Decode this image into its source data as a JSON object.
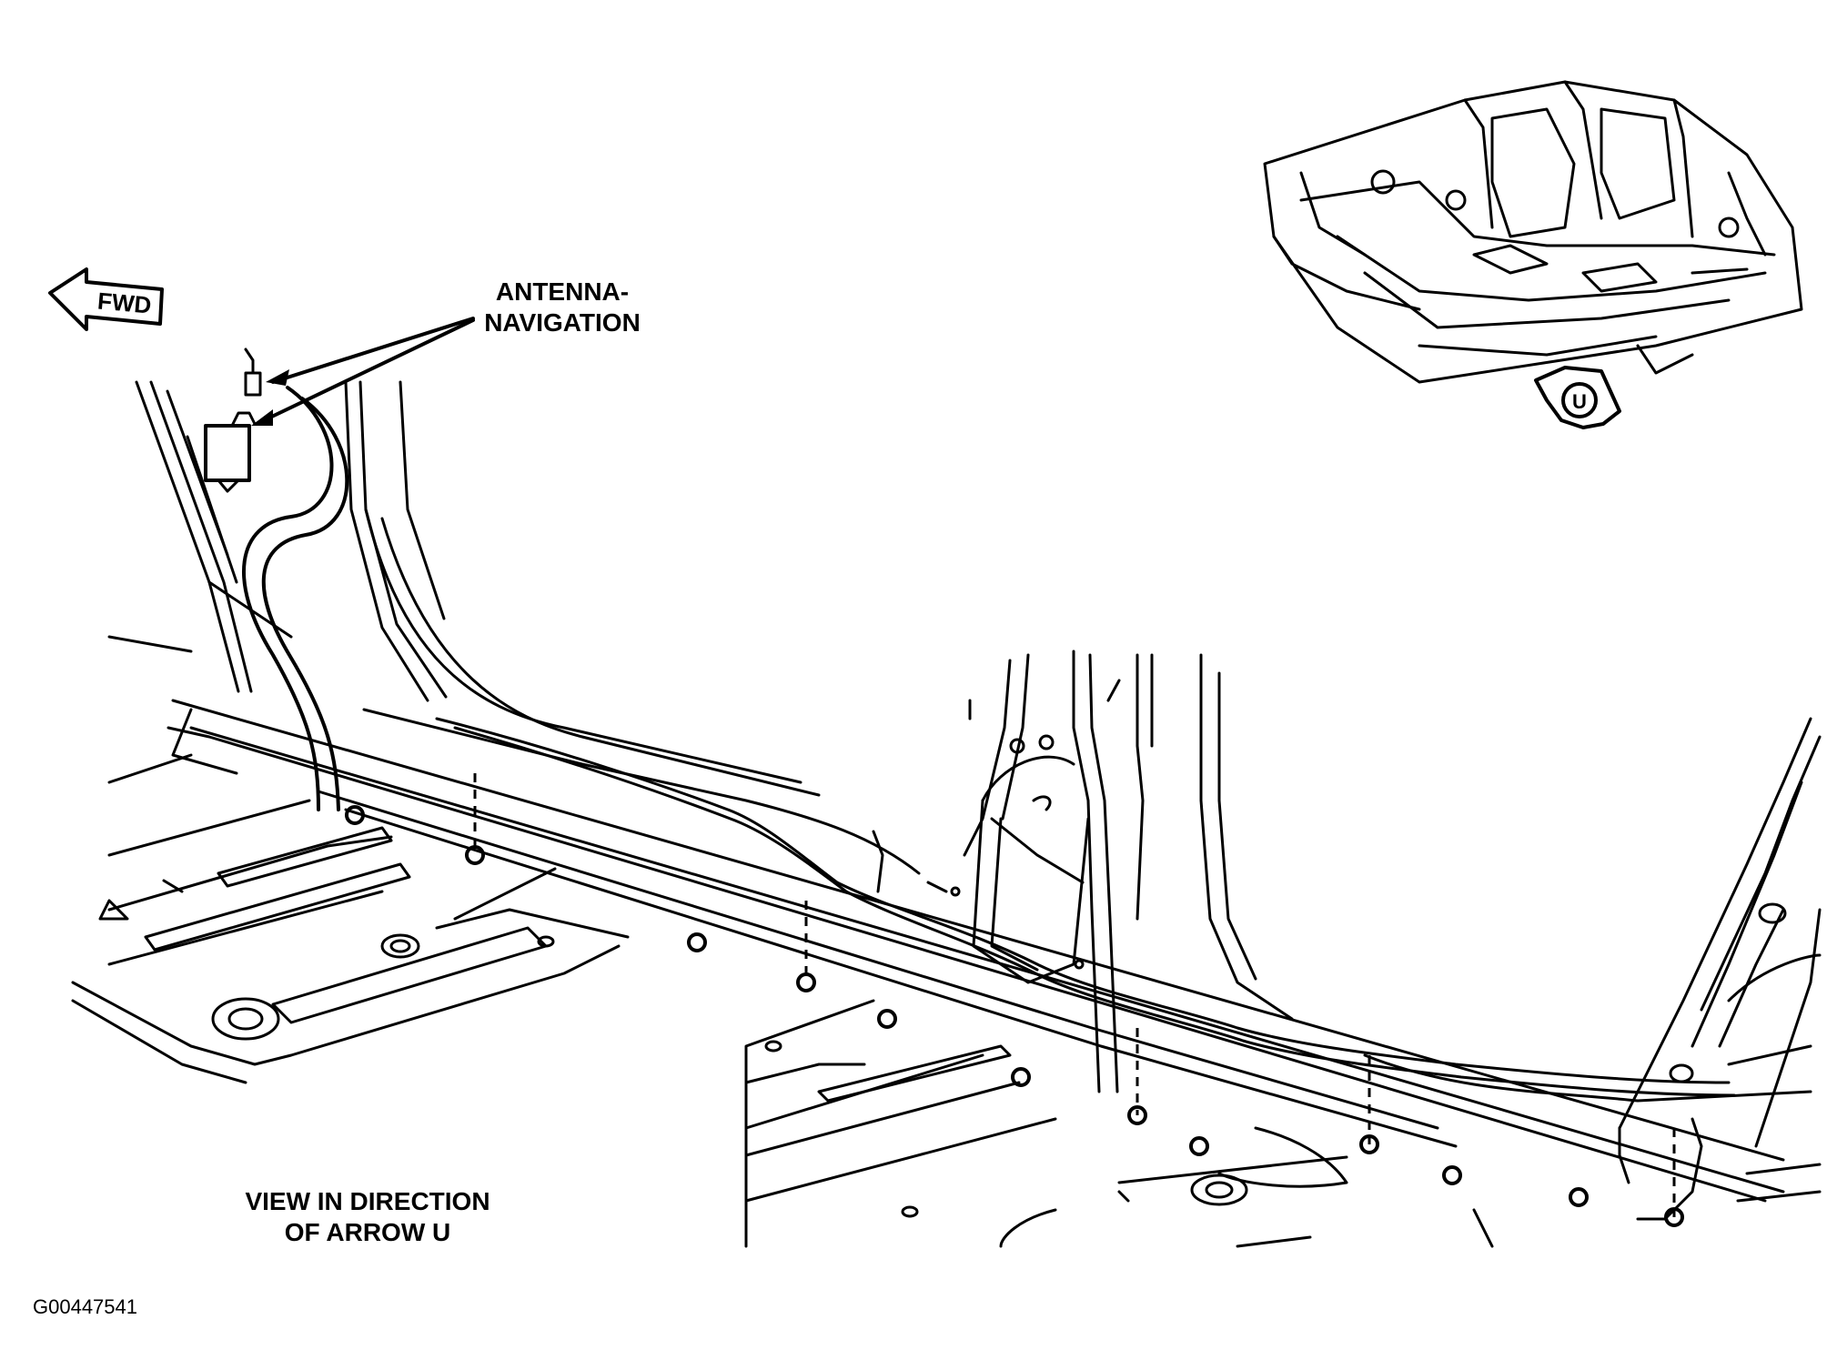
{
  "labels": {
    "fwd_arrow": "FWD",
    "antenna_line1": "ANTENNA-",
    "antenna_line2": "NAVIGATION",
    "view_arrow_letter": "U",
    "view_caption_line1": "VIEW IN DIRECTION",
    "view_caption_line2": "OF ARROW U",
    "figure_id": "G00447541"
  }
}
